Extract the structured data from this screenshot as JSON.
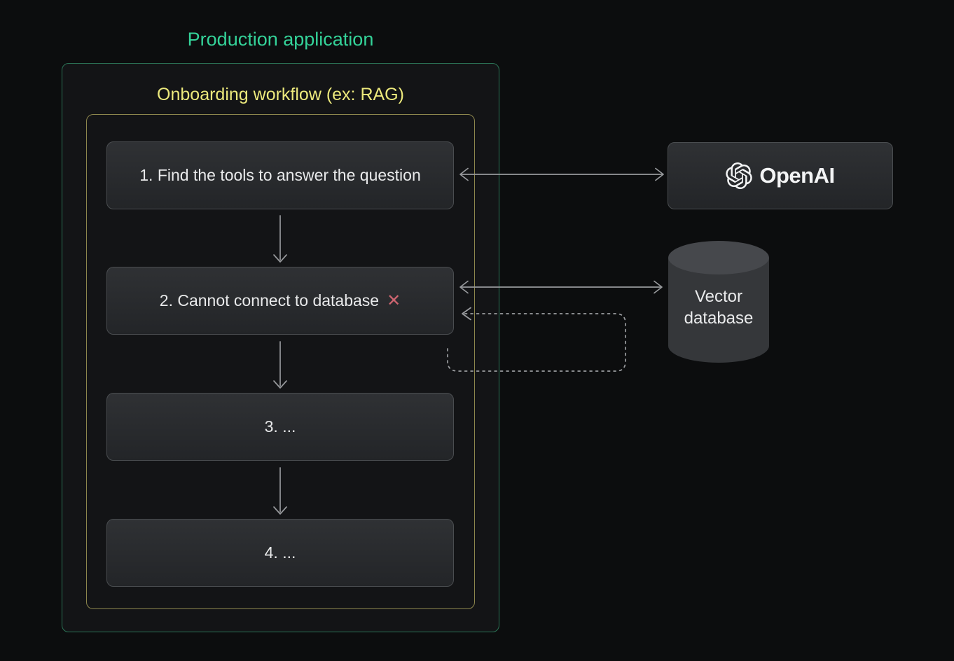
{
  "canvas": {
    "background": "#0c0d0e"
  },
  "diagram": {
    "production": {
      "label": "Production application",
      "text_color": "#34d399",
      "border_color": "#2b7456"
    },
    "workflow": {
      "label": "Onboarding workflow (ex: RAG)",
      "text_color": "#ece97c",
      "border_color": "#8c864d"
    },
    "steps": [
      {
        "label": "1. Find the tools to answer the question"
      },
      {
        "label": "2. Cannot connect to database",
        "error_icon": "✕",
        "error_color": "#cd6570"
      },
      {
        "label": "3. ..."
      },
      {
        "label": "4. ..."
      }
    ],
    "openai": {
      "label": "OpenAI",
      "icon": "openai-logo"
    },
    "vector_db": {
      "label": "Vector database",
      "shape": "cylinder"
    },
    "arrows": {
      "step_flow": "vertical arrows step1→step2→step3→step4",
      "step1_openai": "bidirectional solid arrow",
      "step2_vectordb": "bidirectional solid arrow",
      "retry_loop": "dashed arrow looping from below step2 back into right side of step2"
    },
    "colors": {
      "arrow": "#97999c",
      "dashed_arrow": "#9b9da0",
      "card_border": "#4a4d50",
      "card_fill_top": "#2f3134",
      "card_fill_bottom": "#232528",
      "cylinder_body": "#35373a",
      "cylinder_top": "#46484c",
      "text": "#e9eaeb"
    }
  }
}
